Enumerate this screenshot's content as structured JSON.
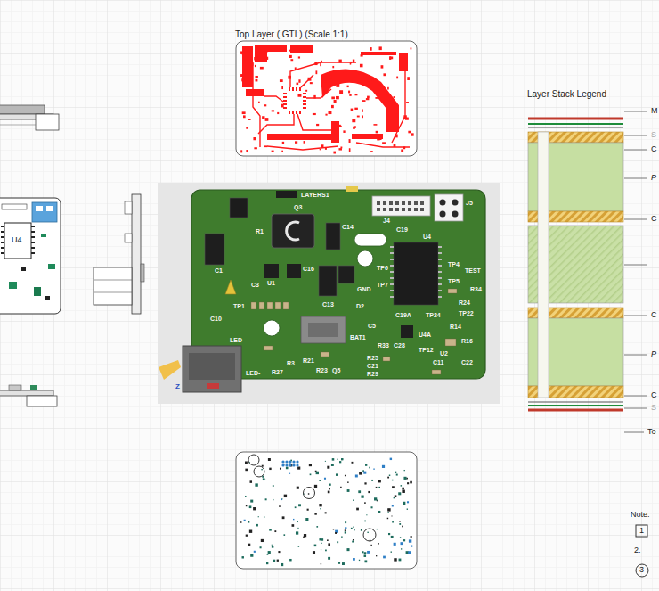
{
  "diagram": {
    "nodes": [
      {
        "text": [
          "Top Layer (.GTL) (Scale 1:1)"
        ]
      },
      {
        "text": [
          "Layer Stack Legend"
        ]
      }
    ],
    "labels": [
      "U4",
      "LAYERS1",
      "Q3",
      "J4",
      "J5",
      "R1",
      "C14",
      "C19",
      "U4",
      "C1",
      "C3",
      "C16",
      "U1",
      "TP6",
      "TP4",
      "TP5",
      "TP7",
      "TP1",
      "GND",
      "C13",
      "D2",
      "R34",
      "R24",
      "TEST",
      "TP22",
      "C19A",
      "TP24",
      "C10",
      "LED",
      "C5",
      "BAT1",
      "U4A",
      "R14",
      "R33",
      "C28",
      "TP12",
      "R16",
      "U2",
      "C11",
      "C22",
      "R25",
      "C21",
      "R29",
      "Q5",
      "R23",
      "R21",
      "R27",
      "R3",
      "LED-",
      "Z",
      "M",
      "S",
      "C",
      "P",
      "C",
      "C",
      "P",
      "C",
      "S",
      "To",
      "Note:",
      "1",
      "2.",
      "3"
    ]
  }
}
